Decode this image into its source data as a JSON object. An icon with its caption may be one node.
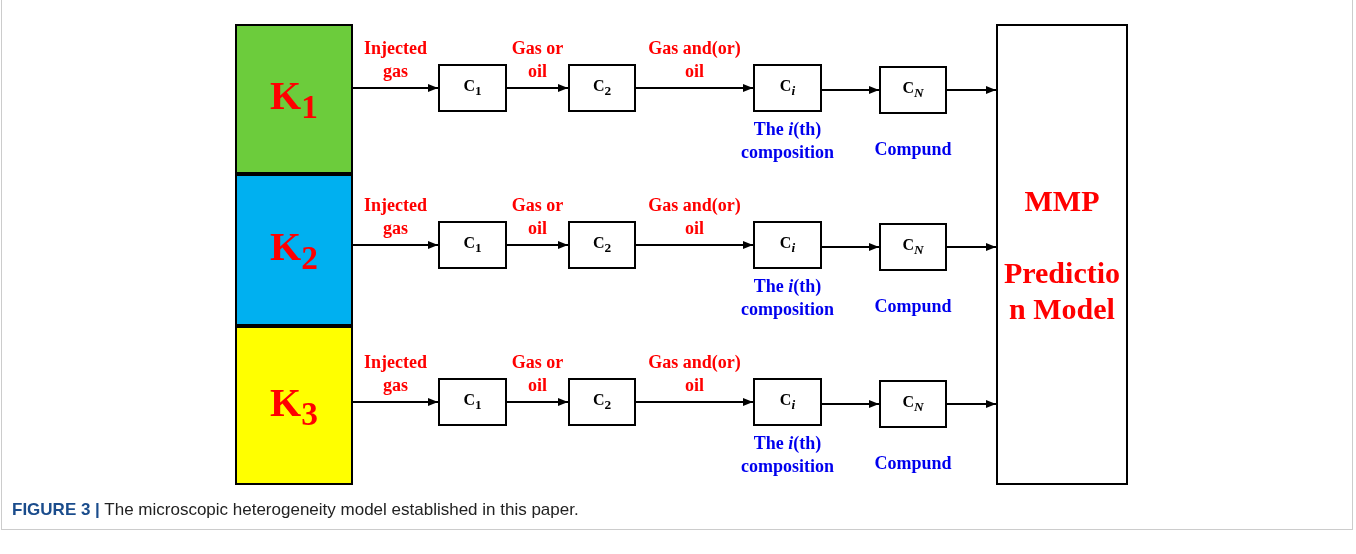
{
  "diagram": {
    "caption": "**FIGURE 3 |** The microscopic heterogeneity model established in this paper.",
    "nodes": [
      {
        "text": [
          "K$_{1}$"
        ]
      },
      {
        "text": [
          "K$_{2}$"
        ]
      },
      {
        "text": [
          "K$_{3}$"
        ]
      },
      {
        "text": [
          "C$_{1}$"
        ]
      },
      {
        "text": [
          "C$_{2}$"
        ]
      },
      {
        "text": [
          "C$_{i}$"
        ],
        "beside": [
          "The *i*(th) composition"
        ]
      },
      {
        "text": [
          "C$_{N}$"
        ],
        "beside": [
          "Compund"
        ]
      },
      {
        "text": [
          "C$_{1}$"
        ]
      },
      {
        "text": [
          "C$_{2}$"
        ]
      },
      {
        "text": [
          "C$_{i}$"
        ],
        "beside": [
          "The *i*(th) composition"
        ]
      },
      {
        "text": [
          "C$_{N}$"
        ],
        "beside": [
          "Compund"
        ]
      },
      {
        "text": [
          "C$_{1}$"
        ]
      },
      {
        "text": [
          "C$_{2}$"
        ]
      },
      {
        "text": [
          "C$_{i}$"
        ],
        "beside": [
          "The *i*(th) composition"
        ]
      },
      {
        "text": [
          "C$_{N}$"
        ],
        "beside": [
          "Compund"
        ]
      },
      {
        "text": [
          "MMP",
          "Prediction Model"
        ]
      }
    ],
    "edges": [
      {
        "from": 0,
        "to": 3,
        "arrow": "to",
        "label": "Injected gas"
      },
      {
        "from": 3,
        "to": 4,
        "arrow": "to",
        "label": "Gas or oil"
      },
      {
        "from": 4,
        "to": 5,
        "arrow": "to",
        "label": "Gas and(or) oil"
      },
      {
        "from": 5,
        "to": 6,
        "arrow": "to"
      },
      {
        "from": 6,
        "to": 15,
        "arrow": "to"
      },
      {
        "from": 1,
        "to": 7,
        "arrow": "to",
        "label": "Injected gas"
      },
      {
        "from": 7,
        "to": 8,
        "arrow": "to",
        "label": "Gas or oil"
      },
      {
        "from": 8,
        "to": 9,
        "arrow": "to",
        "label": "Gas and(or) oil"
      },
      {
        "from": 9,
        "to": 10,
        "arrow": "to"
      },
      {
        "from": 10,
        "to": 15,
        "arrow": "to"
      },
      {
        "from": 2,
        "to": 11,
        "arrow": "to",
        "label": "Injected gas"
      },
      {
        "from": 11,
        "to": 12,
        "arrow": "to",
        "label": "Gas or oil"
      },
      {
        "from": 12,
        "to": 13,
        "arrow": "to",
        "label": "Gas and(or) oil"
      },
      {
        "from": 13,
        "to": 14,
        "arrow": "to"
      },
      {
        "from": 14,
        "to": 15,
        "arrow": "to"
      }
    ]
  }
}
